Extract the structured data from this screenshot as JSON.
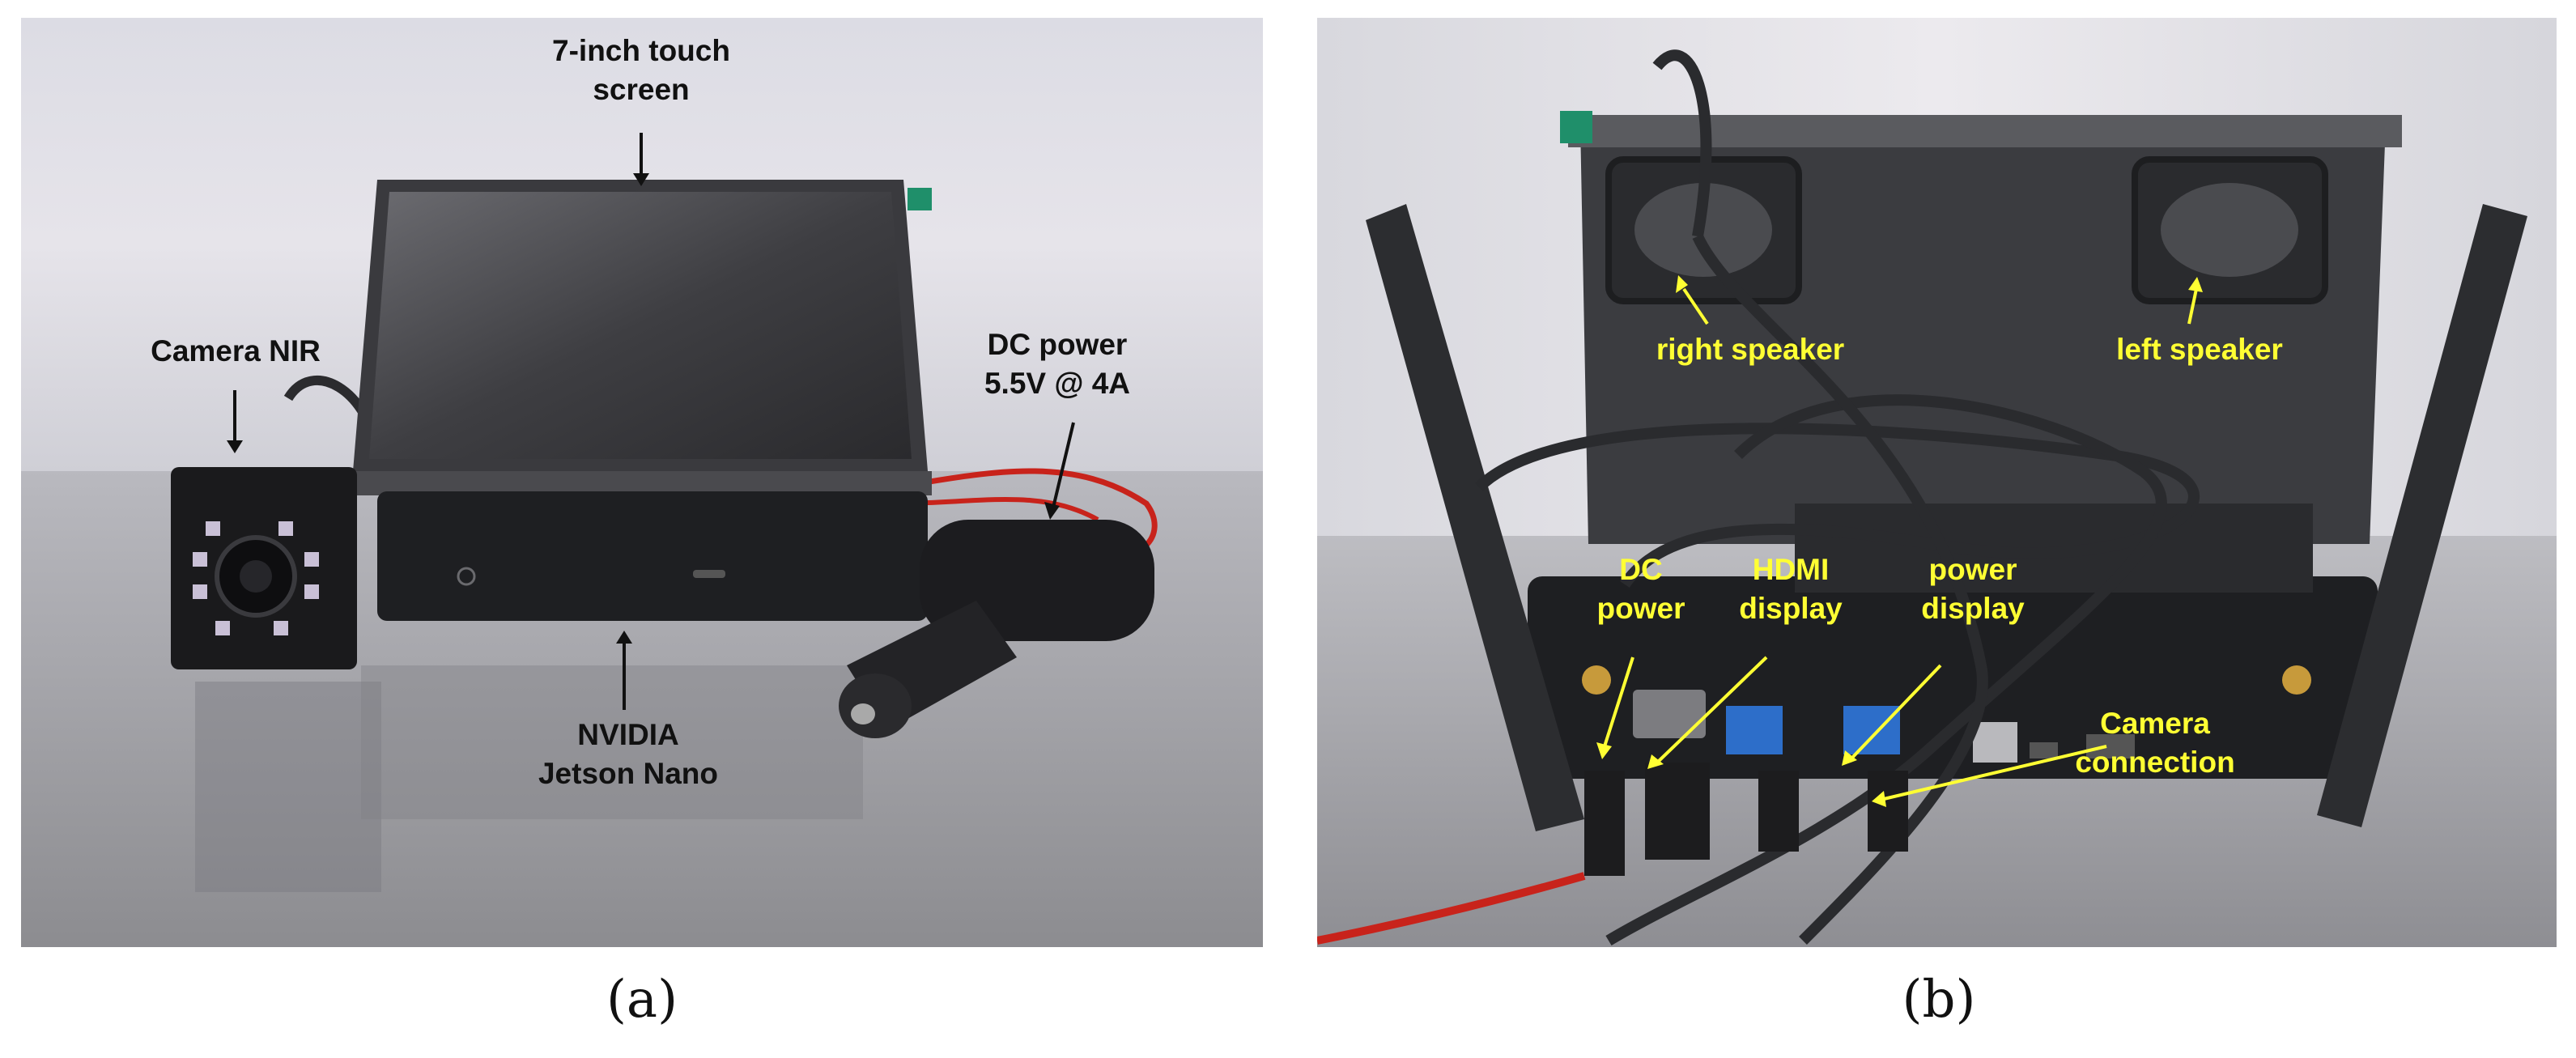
{
  "panel_a": {
    "caption": "(a)",
    "labels": {
      "touch_screen": [
        "7-inch touch",
        "screen"
      ],
      "camera": [
        "Camera NIR"
      ],
      "dc_power": [
        "DC power",
        "5.5V @ 4A"
      ],
      "jetson": [
        "NVIDIA",
        "Jetson Nano"
      ]
    }
  },
  "panel_b": {
    "caption": "(b)",
    "labels": {
      "right_speaker": [
        "right speaker"
      ],
      "left_speaker": [
        "left speaker"
      ],
      "dc_power": [
        "DC",
        "power"
      ],
      "hdmi": [
        "HDMI",
        "display"
      ],
      "power_display": [
        "power",
        "display"
      ],
      "camera_connection": [
        "Camera",
        "connection"
      ]
    }
  },
  "colors": {
    "label_dark": "#111111",
    "label_yellow": "#ffff33",
    "device_black": "#1e1f22",
    "cable_red": "#c8231b"
  }
}
